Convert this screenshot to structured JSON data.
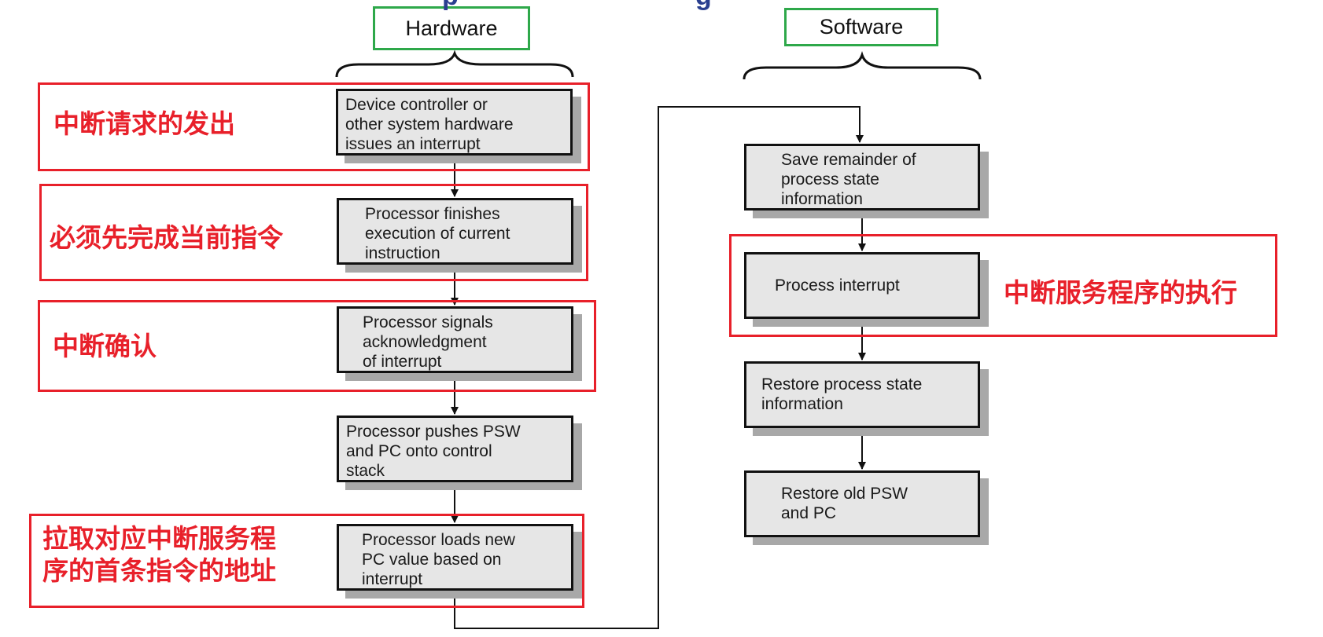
{
  "title_fragment": {
    "left": "p",
    "right": "g"
  },
  "columns": {
    "hardware": "Hardware",
    "software": "Software"
  },
  "hardware_steps": [
    "Device controller or\nother system hardware\nissues an interrupt",
    "Processor finishes\nexecution of current\ninstruction",
    "Processor signals\nacknowledgment\nof interrupt",
    "Processor pushes PSW\nand PC onto control\nstack",
    "Processor loads new\nPC value based on\ninterrupt"
  ],
  "software_steps": [
    "Save remainder of\nprocess state\ninformation",
    "Process interrupt",
    "Restore process state\ninformation",
    "Restore old PSW\nand PC"
  ],
  "annotations": {
    "request": "中断请求的发出",
    "finish_instruction": "必须先完成当前指令",
    "acknowledge": "中断确认",
    "load_address": "拉取对应中断服务程\n序的首条指令的地址",
    "service_routine": "中断服务程序的执行"
  },
  "colors": {
    "annotation_red": "#e8202a",
    "heading_green": "#2ea84a",
    "box_fill": "#e6e6e6",
    "box_shadow": "#a8a8a8",
    "title_blue": "#2a3f8f"
  }
}
